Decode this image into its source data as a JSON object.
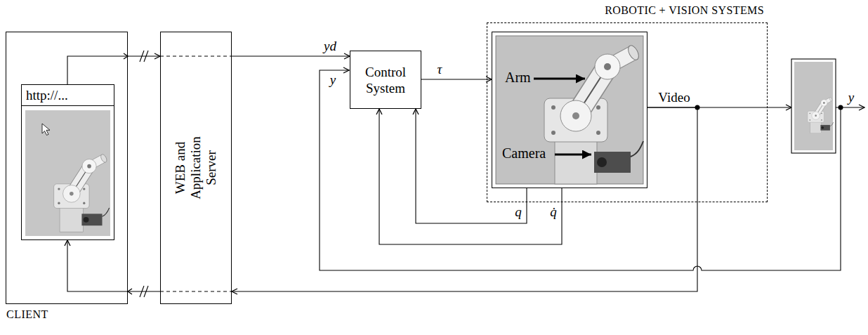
{
  "diagram": {
    "nodes": [
      {
        "text": [
          "CLIENT"
        ]
      },
      {
        "text": [
          "http://..."
        ],
        "in": 0
      },
      {
        "text": [
          "WEB and Application Server"
        ]
      },
      {
        "text": [
          "Control System"
        ]
      },
      {
        "text": [
          "ROBOTIC + VISION SYSTEMS"
        ]
      },
      {
        "text": [
          "Arm",
          "Camera"
        ],
        "in": 4
      }
    ],
    "edges": [
      {
        "from": 1,
        "to": 2,
        "arrow": "to"
      },
      {
        "from": 2,
        "to": 3,
        "label": "yd",
        "arrow": "to"
      },
      {
        "from": 3,
        "to": 5,
        "label": "τ",
        "arrow": "to"
      },
      {
        "from": 5,
        "to": 3,
        "label": "q",
        "arrow": "to"
      },
      {
        "from": 5,
        "to": 3,
        "label": "q̇",
        "arrow": "to"
      },
      {
        "from": 5,
        "to": 2,
        "arrow": "to"
      },
      {
        "from": 2,
        "to": 1,
        "arrow": "to"
      }
    ],
    "labels": [
      "Video",
      "y",
      "y"
    ]
  }
}
